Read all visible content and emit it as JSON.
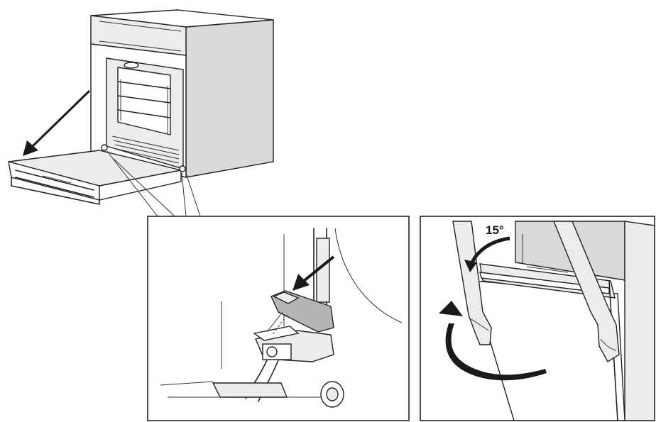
{
  "figure": {
    "step2_angle_label": "15°"
  },
  "colors": {
    "line": "#222222",
    "panel_fill": "#d9d9d9",
    "background": "#ffffff"
  },
  "icons": {
    "oven": "oven-illustration",
    "hinge": "hinge-lever-illustration",
    "door_lift": "door-lift-illustration",
    "arrows": [
      "pull-arrow",
      "lever-arrow",
      "rotate-arrow"
    ]
  }
}
